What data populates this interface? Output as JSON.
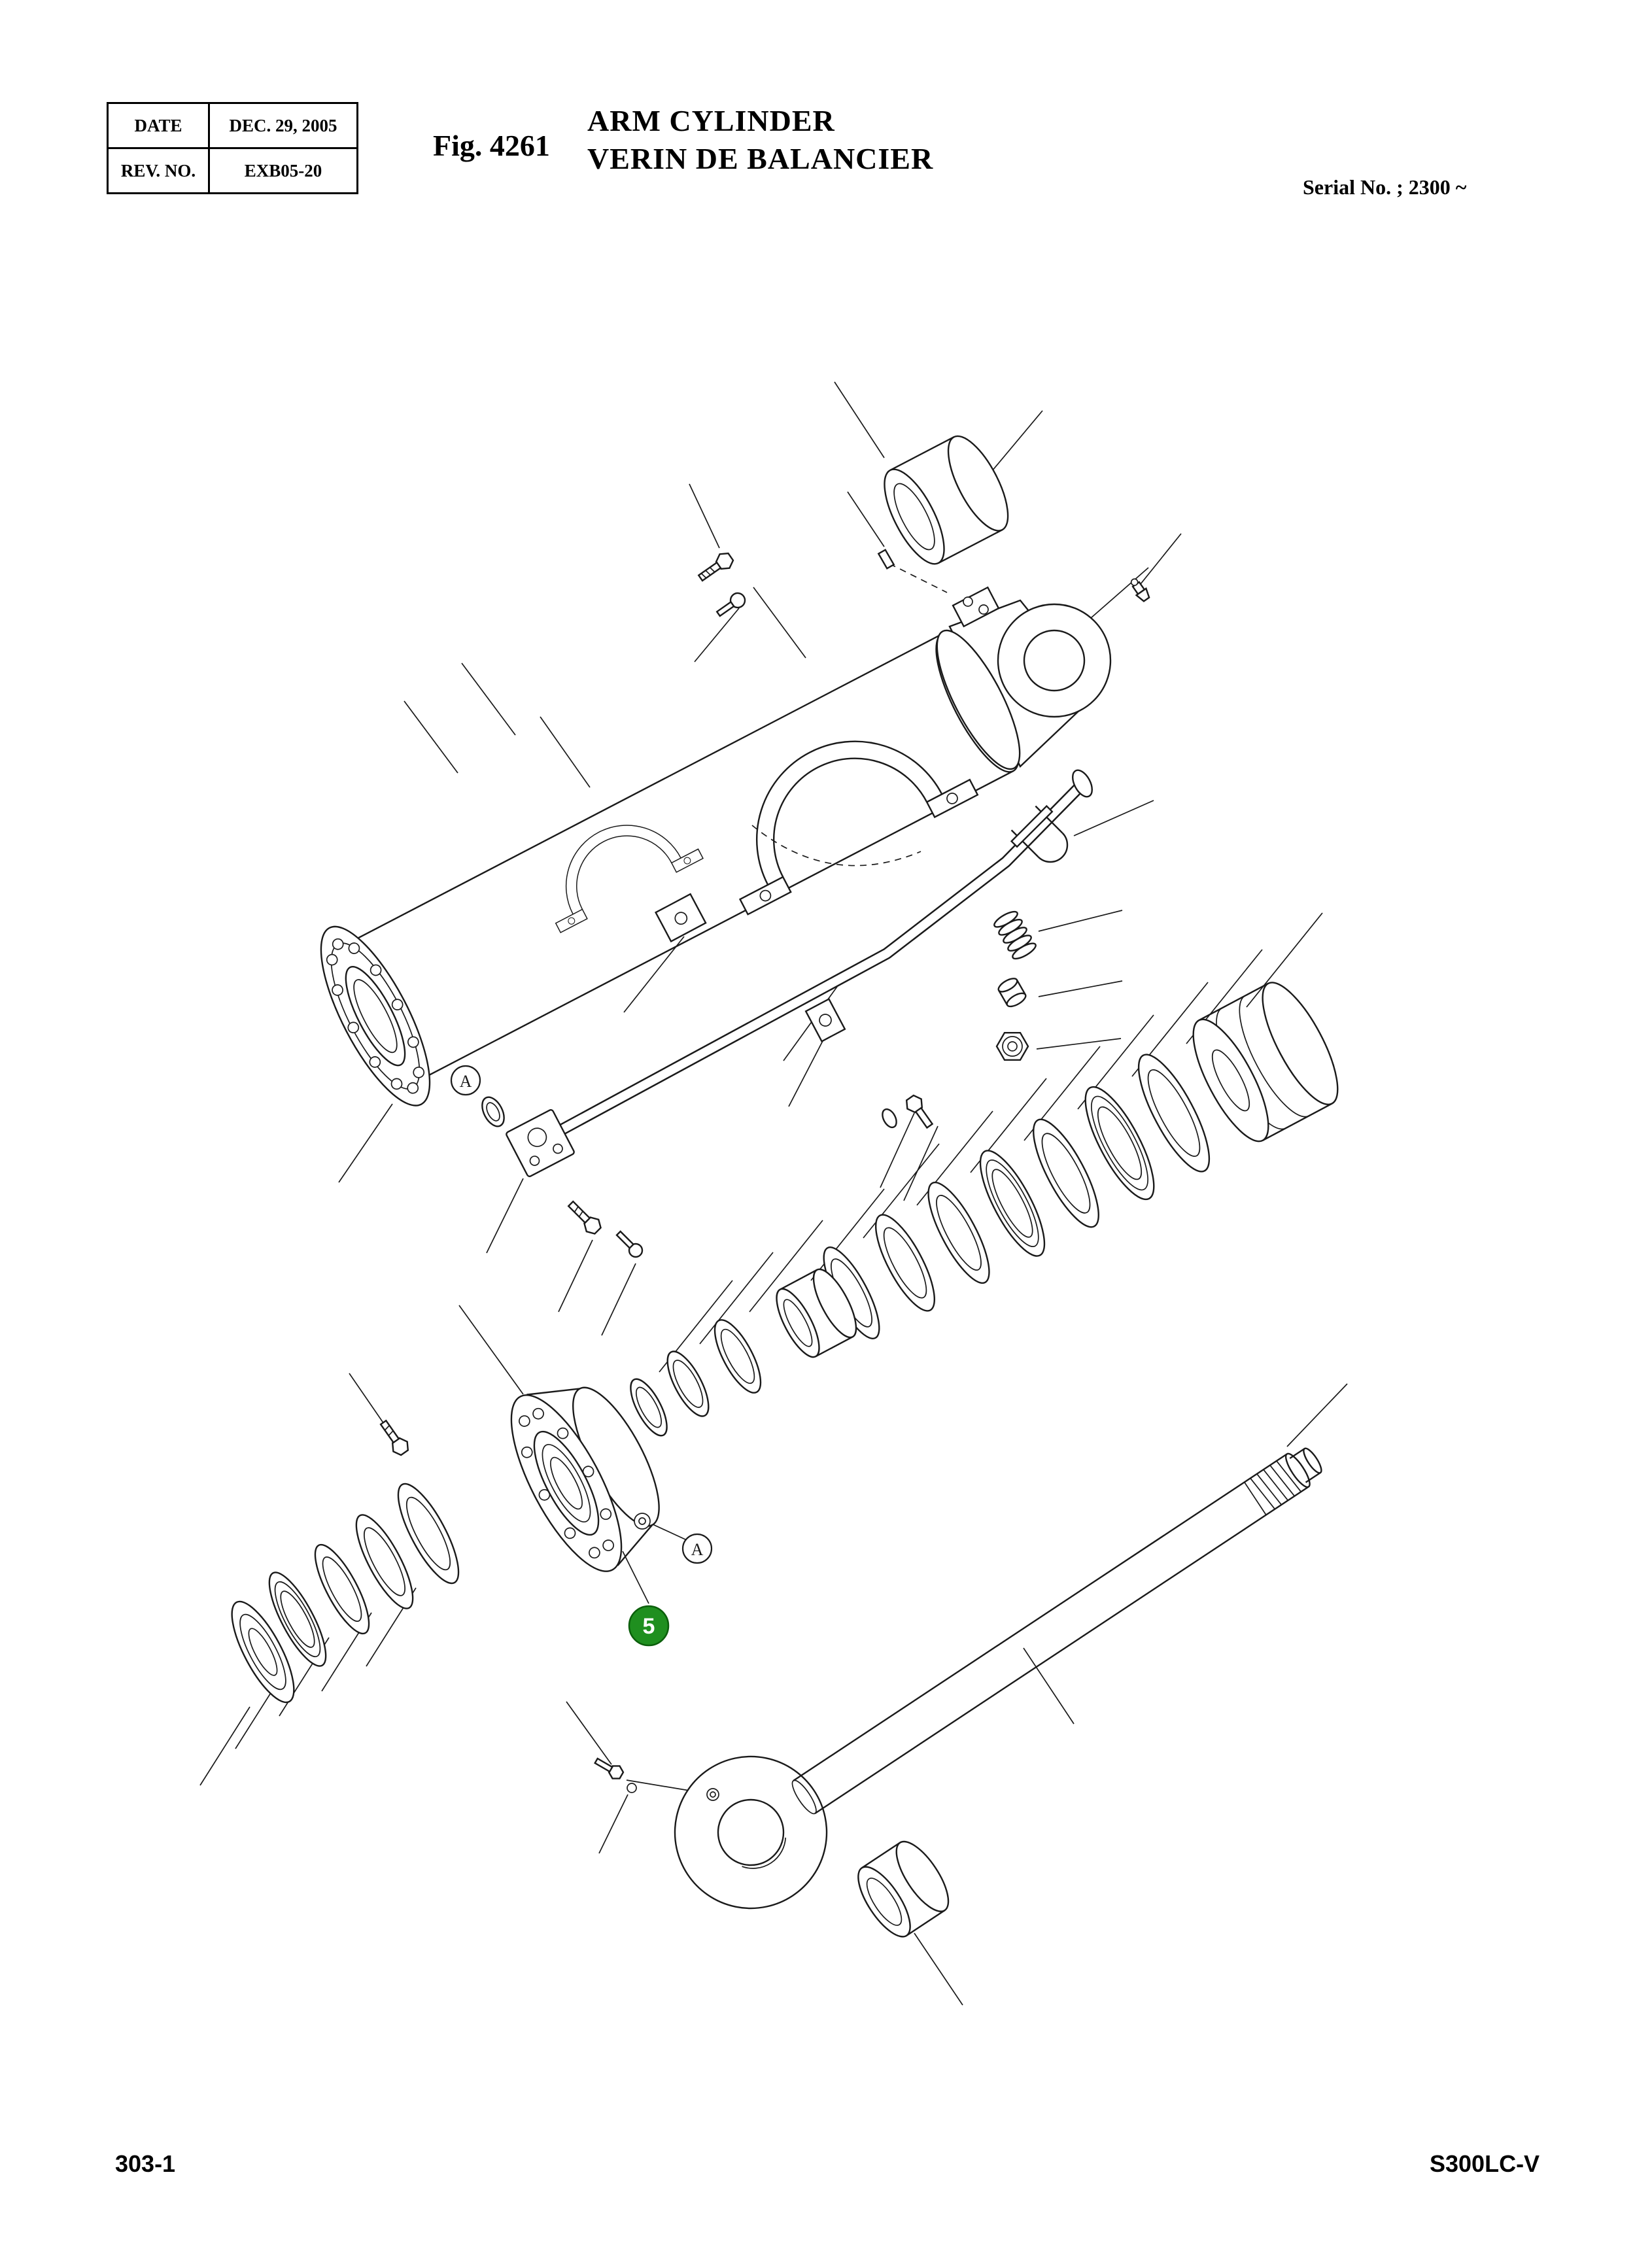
{
  "header": {
    "table": {
      "rows": [
        {
          "label": "DATE",
          "value": "DEC. 29, 2005"
        },
        {
          "label": "REV. NO.",
          "value": "EXB05-20"
        }
      ]
    },
    "figure_label": "Fig. 4261",
    "title_line1": "ARM CYLINDER",
    "title_line2": "VERIN DE BALANCIER",
    "serial_note": "Serial No. ; 2300 ~"
  },
  "footer": {
    "page_code": "303-1",
    "model_code": "S300LC-V"
  },
  "diagram": {
    "callouts": {
      "a_upper": "A",
      "a_lower": "A",
      "part_5": "5"
    },
    "colors": {
      "part5_fill": "#1f8f1f",
      "line": "#1a1a1a"
    }
  }
}
